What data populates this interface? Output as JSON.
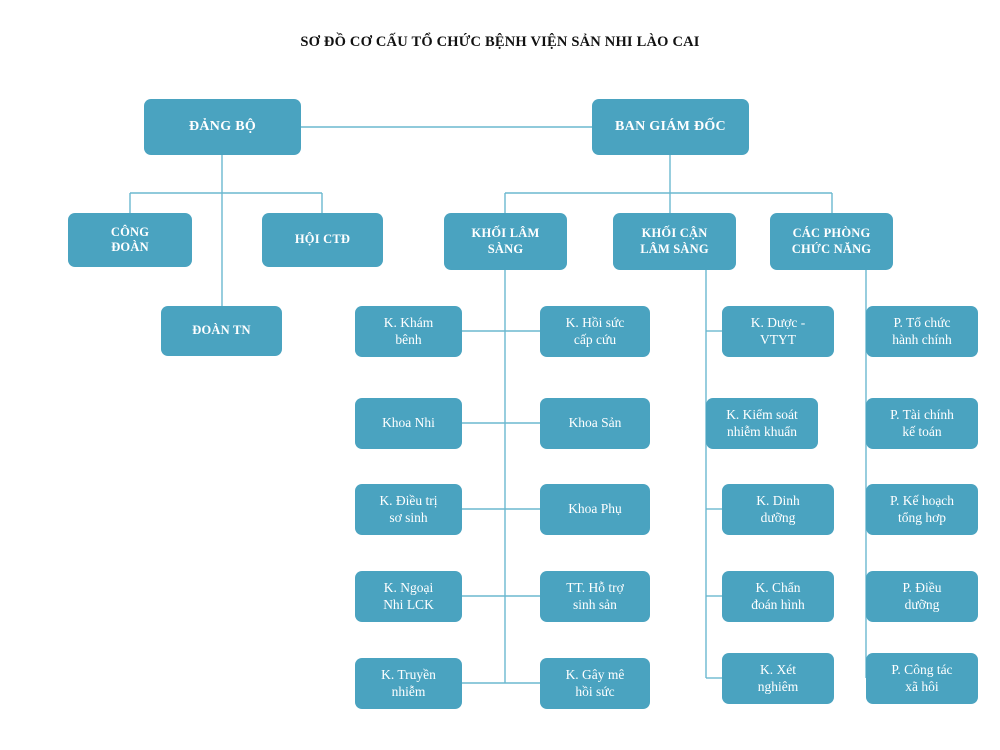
{
  "title": "SƠ ĐỒ CƠ CẤU TỔ CHỨC BỆNH VIỆN SẢN NHI LÀO CAI",
  "theme": {
    "box_fill": "#4aa3c0",
    "box_text": "#ffffff",
    "line_color": "#6bb8cf",
    "title_color": "#111111",
    "background": "#ffffff"
  },
  "chart_data": {
    "type": "diagram",
    "diagram_type": "organization-chart",
    "title": "SƠ ĐỒ CƠ CẤU TỔ CHỨC BỆNH VIỆN SẢN NHI LÀO CAI",
    "nodes": [
      {
        "id": "dang_bo",
        "label": "ĐẢNG BỘ",
        "level": 1
      },
      {
        "id": "ban_giam_doc",
        "label": "BAN GIÁM ĐỐC",
        "level": 1
      },
      {
        "id": "cong_doan",
        "label": "CÔNG\nĐOÀN",
        "level": 2,
        "parent": "dang_bo"
      },
      {
        "id": "hoi_ctd",
        "label": "HỘI CTĐ",
        "level": 2,
        "parent": "dang_bo"
      },
      {
        "id": "doan_tn",
        "label": "ĐOÀN TN",
        "level": 2,
        "parent": "dang_bo"
      },
      {
        "id": "khoi_lam_sang",
        "label": "KHỐI LÂM\nSÀNG",
        "level": 2,
        "parent": "ban_giam_doc"
      },
      {
        "id": "khoi_can_lam_sang",
        "label": "KHỐI CẬN\nLÂM SÀNG",
        "level": 2,
        "parent": "ban_giam_doc"
      },
      {
        "id": "cac_phong_chuc_nang",
        "label": "CÁC PHÒNG\nCHỨC NĂNG",
        "level": 2,
        "parent": "ban_giam_doc"
      },
      {
        "id": "k_kham_benh",
        "label": "K. Khám\nbênh",
        "level": 3,
        "parent": "khoi_lam_sang"
      },
      {
        "id": "k_hoi_suc_cap_cuu",
        "label": "K. Hồi sức\ncấp cứu",
        "level": 3,
        "parent": "khoi_lam_sang"
      },
      {
        "id": "khoa_nhi",
        "label": "Khoa Nhi",
        "level": 3,
        "parent": "khoi_lam_sang"
      },
      {
        "id": "khoa_san",
        "label": "Khoa Sản",
        "level": 3,
        "parent": "khoi_lam_sang"
      },
      {
        "id": "k_dieu_tri_so_sinh",
        "label": "K. Điều trị\nsơ sinh",
        "level": 3,
        "parent": "khoi_lam_sang"
      },
      {
        "id": "khoa_phu",
        "label": "Khoa Phụ",
        "level": 3,
        "parent": "khoi_lam_sang"
      },
      {
        "id": "k_ngoai_nhi_lck",
        "label": "K. Ngoại\nNhi LCK",
        "level": 3,
        "parent": "khoi_lam_sang"
      },
      {
        "id": "tt_ho_tro_sinh_san",
        "label": "TT. Hỗ trợ\nsinh sản",
        "level": 3,
        "parent": "khoi_lam_sang"
      },
      {
        "id": "k_truyen_nhiem",
        "label": "K. Truyền\nnhiễm",
        "level": 3,
        "parent": "khoi_lam_sang"
      },
      {
        "id": "k_gay_me_hoi_suc",
        "label": "K. Gây mê\nhồi sức",
        "level": 3,
        "parent": "khoi_lam_sang"
      },
      {
        "id": "k_duoc_vtyt",
        "label": "K. Dược -\nVTYT",
        "level": 3,
        "parent": "khoi_can_lam_sang"
      },
      {
        "id": "k_kiem_soat_nhiem_khuan",
        "label": "K. Kiểm soát\nnhiễm khuẩn",
        "level": 3,
        "parent": "khoi_can_lam_sang"
      },
      {
        "id": "k_dinh_duong",
        "label": "K. Dinh\ndưỡng",
        "level": 3,
        "parent": "khoi_can_lam_sang"
      },
      {
        "id": "k_chan_doan_hinh",
        "label": "K. Chẩn\nđoán hình",
        "level": 3,
        "parent": "khoi_can_lam_sang"
      },
      {
        "id": "k_xet_nghiem",
        "label": "K. Xét\nnghiêm",
        "level": 3,
        "parent": "khoi_can_lam_sang"
      },
      {
        "id": "p_to_chuc_hanh_chinh",
        "label": "P. Tổ chức\nhành chính",
        "level": 3,
        "parent": "cac_phong_chuc_nang"
      },
      {
        "id": "p_tai_chinh_ke_toan",
        "label": "P. Tài chính\nkế toán",
        "level": 3,
        "parent": "cac_phong_chuc_nang"
      },
      {
        "id": "p_ke_hoach_tong_hop",
        "label": "P. Kế hoạch\ntổng hơp",
        "level": 3,
        "parent": "cac_phong_chuc_nang"
      },
      {
        "id": "p_dieu_duong",
        "label": "P. Điều\ndưỡng",
        "level": 3,
        "parent": "cac_phong_chuc_nang"
      },
      {
        "id": "p_cong_tac_xa_hoi",
        "label": "P. Công tác\nxã hôi",
        "level": 3,
        "parent": "cac_phong_chuc_nang"
      }
    ],
    "edges": [
      {
        "from": "dang_bo",
        "to": "ban_giam_doc"
      },
      {
        "from": "dang_bo",
        "to": "cong_doan"
      },
      {
        "from": "dang_bo",
        "to": "hoi_ctd"
      },
      {
        "from": "dang_bo",
        "to": "doan_tn"
      },
      {
        "from": "ban_giam_doc",
        "to": "khoi_lam_sang"
      },
      {
        "from": "ban_giam_doc",
        "to": "khoi_can_lam_sang"
      },
      {
        "from": "ban_giam_doc",
        "to": "cac_phong_chuc_nang"
      },
      {
        "from": "khoi_lam_sang",
        "to": "k_kham_benh"
      },
      {
        "from": "khoi_lam_sang",
        "to": "k_hoi_suc_cap_cuu"
      },
      {
        "from": "khoi_lam_sang",
        "to": "khoa_nhi"
      },
      {
        "from": "khoi_lam_sang",
        "to": "khoa_san"
      },
      {
        "from": "khoi_lam_sang",
        "to": "k_dieu_tri_so_sinh"
      },
      {
        "from": "khoi_lam_sang",
        "to": "khoa_phu"
      },
      {
        "from": "khoi_lam_sang",
        "to": "k_ngoai_nhi_lck"
      },
      {
        "from": "khoi_lam_sang",
        "to": "tt_ho_tro_sinh_san"
      },
      {
        "from": "khoi_lam_sang",
        "to": "k_truyen_nhiem"
      },
      {
        "from": "khoi_lam_sang",
        "to": "k_gay_me_hoi_suc"
      },
      {
        "from": "khoi_can_lam_sang",
        "to": "k_duoc_vtyt"
      },
      {
        "from": "khoi_can_lam_sang",
        "to": "k_kiem_soat_nhiem_khuan"
      },
      {
        "from": "khoi_can_lam_sang",
        "to": "k_dinh_duong"
      },
      {
        "from": "khoi_can_lam_sang",
        "to": "k_chan_doan_hinh"
      },
      {
        "from": "khoi_can_lam_sang",
        "to": "k_xet_nghiem"
      },
      {
        "from": "cac_phong_chuc_nang",
        "to": "p_to_chuc_hanh_chinh"
      },
      {
        "from": "cac_phong_chuc_nang",
        "to": "p_tai_chinh_ke_toan"
      },
      {
        "from": "cac_phong_chuc_nang",
        "to": "p_ke_hoach_tong_hop"
      },
      {
        "from": "cac_phong_chuc_nang",
        "to": "p_dieu_duong"
      },
      {
        "from": "cac_phong_chuc_nang",
        "to": "p_cong_tac_xa_hoi"
      }
    ]
  },
  "boxes": {
    "dang_bo": "ĐẢNG BỘ",
    "ban_giam_doc": "BAN GIÁM ĐỐC",
    "cong_doan": "CÔNG\nĐOÀN",
    "hoi_ctd": "HỘI CTĐ",
    "doan_tn": "ĐOÀN TN",
    "khoi_lam_sang": "KHỐI LÂM\nSÀNG",
    "khoi_can_lam_sang": "KHỐI CẬN\nLÂM SÀNG",
    "cac_phong_chuc_nang": "CÁC PHÒNG\nCHỨC NĂNG",
    "k_kham_benh": "K. Khám\nbênh",
    "k_hoi_suc_cap_cuu": "K. Hồi sức\ncấp cứu",
    "khoa_nhi": "Khoa Nhi",
    "khoa_san": "Khoa Sản",
    "k_dieu_tri_so_sinh": "K. Điều trị\nsơ sinh",
    "khoa_phu": "Khoa Phụ",
    "k_ngoai_nhi_lck": "K. Ngoại\nNhi LCK",
    "tt_ho_tro_sinh_san": "TT. Hỗ trợ\nsinh sản",
    "k_truyen_nhiem": "K. Truyền\nnhiễm",
    "k_gay_me_hoi_suc": "K. Gây mê\nhồi sức",
    "k_duoc_vtyt": "K. Dược -\nVTYT",
    "k_kiem_soat_nhiem_khuan": "K. Kiểm soát\nnhiễm khuẩn",
    "k_dinh_duong": "K. Dinh\ndưỡng",
    "k_chan_doan_hinh": "K. Chẩn\nđoán hình",
    "k_xet_nghiem": "K. Xét\nnghiêm",
    "p_to_chuc_hanh_chinh": "P. Tổ chức\nhành chính",
    "p_tai_chinh_ke_toan": "P. Tài chính\nkế toán",
    "p_ke_hoach_tong_hop": "P. Kế hoạch\ntổng hơp",
    "p_dieu_duong": "P. Điều\ndưỡng",
    "p_cong_tac_xa_hoi": "P. Công tác\nxã hôi"
  }
}
